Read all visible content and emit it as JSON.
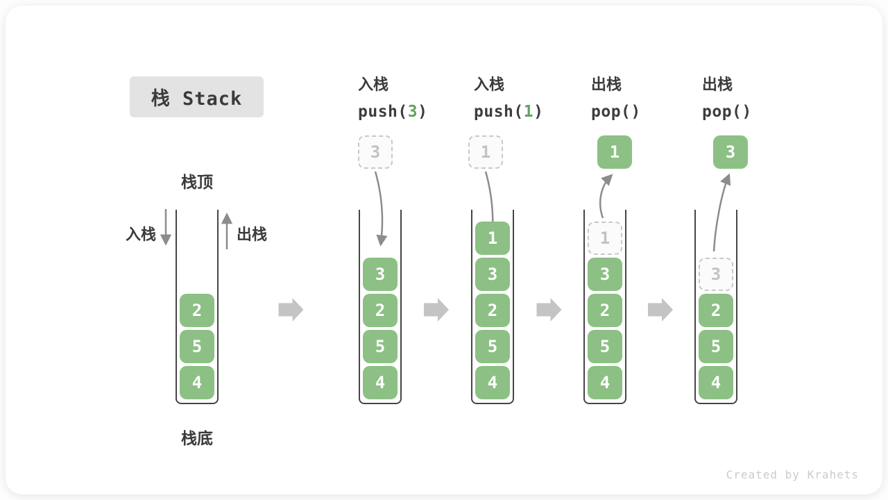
{
  "title": "栈 Stack",
  "annotations": {
    "stack_top": "栈顶",
    "stack_bottom": "栈底",
    "push_direction": "入栈",
    "pop_direction": "出栈"
  },
  "colors": {
    "element_green": "#8cc084",
    "code_arg_green": "#61a35c",
    "flow_arrow_gray": "#8c8c8c",
    "step_arrow_gray": "#c4c4c4",
    "ghost_gray": "#c8c8c8",
    "title_box_bg": "#e3e3e3",
    "text_dark": "#3b3b3b"
  },
  "steps": [
    {
      "name": "initial",
      "stack": [
        "2",
        "5",
        "4"
      ]
    },
    {
      "name": "push-3",
      "label": "入栈",
      "op": {
        "pre": "push(",
        "arg": "3",
        "post": ")"
      },
      "incoming": "3",
      "stack": [
        "3",
        "2",
        "5",
        "4"
      ]
    },
    {
      "name": "push-1",
      "label": "入栈",
      "op": {
        "pre": "push(",
        "arg": "1",
        "post": ")"
      },
      "incoming": "1",
      "stack": [
        "1",
        "3",
        "2",
        "5",
        "4"
      ]
    },
    {
      "name": "pop-1",
      "label": "出栈",
      "op": {
        "pre": "pop()",
        "arg": "",
        "post": ""
      },
      "popped": "1",
      "ghost": "1",
      "stack": [
        "3",
        "2",
        "5",
        "4"
      ]
    },
    {
      "name": "pop-3",
      "label": "出栈",
      "op": {
        "pre": "pop()",
        "arg": "",
        "post": ""
      },
      "popped": "3",
      "ghost": "3",
      "stack": [
        "2",
        "5",
        "4"
      ]
    }
  ],
  "watermark": "Created by Krahets"
}
